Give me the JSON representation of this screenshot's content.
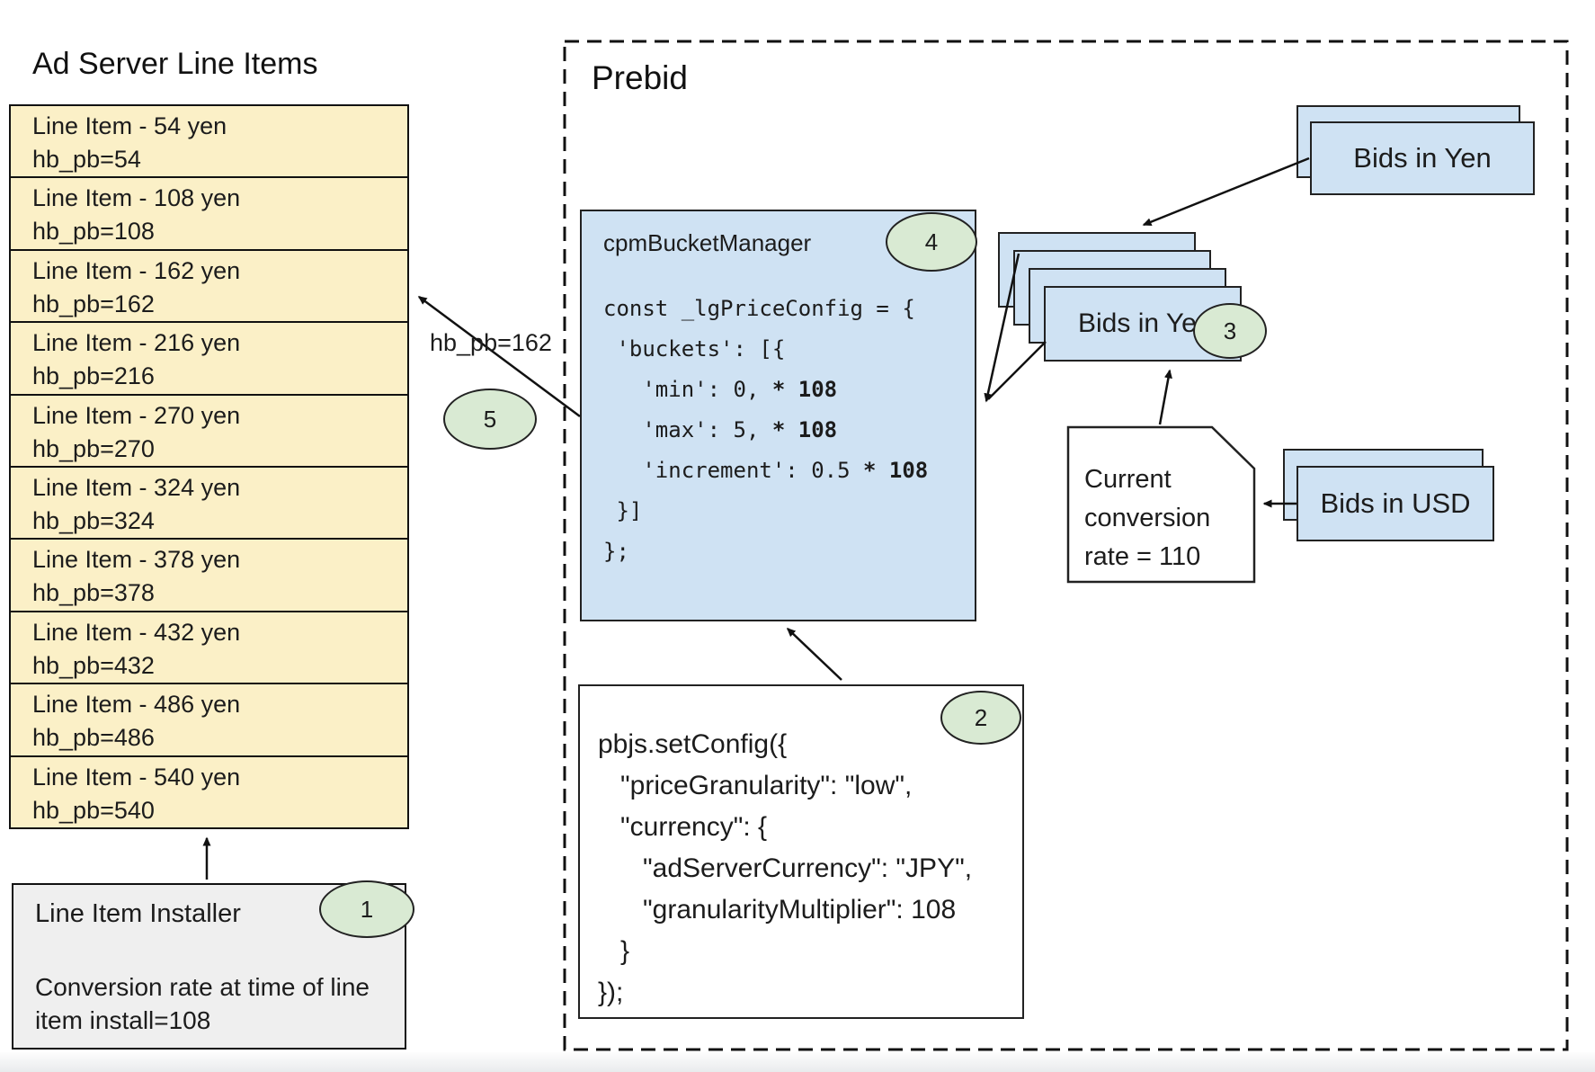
{
  "colors": {
    "row_yellow": "#FBF0C7",
    "card_blue": "#CFE2F3",
    "badge_green": "#D9EAD3",
    "installer_gray": "#EFEFEF"
  },
  "ad_server": {
    "title": "Ad Server Line Items",
    "rows": [
      {
        "l1": "Line Item - 54 yen",
        "l2": "hb_pb=54"
      },
      {
        "l1": "Line Item - 108 yen",
        "l2": "hb_pb=108"
      },
      {
        "l1": "Line Item - 162 yen",
        "l2": "hb_pb=162"
      },
      {
        "l1": "Line Item - 216 yen",
        "l2": "hb_pb=216"
      },
      {
        "l1": "Line Item - 270 yen",
        "l2": "hb_pb=270"
      },
      {
        "l1": "Line Item - 324 yen",
        "l2": "hb_pb=324"
      },
      {
        "l1": "Line Item - 378 yen",
        "l2": "hb_pb=378"
      },
      {
        "l1": "Line Item - 432 yen",
        "l2": "hb_pb=432"
      },
      {
        "l1": "Line Item - 486 yen",
        "l2": "hb_pb=486"
      },
      {
        "l1": "Line Item - 540 yen",
        "l2": "hb_pb=540"
      }
    ]
  },
  "installer": {
    "title": "Line Item Installer",
    "badge": "1",
    "body": "Conversion rate at time of line item install=108"
  },
  "prebid": {
    "title": "Prebid",
    "bucket_box": {
      "title": "cpmBucketManager",
      "badge": "4",
      "code": {
        "l1": "const _lgPriceConfig = {",
        "l2": " 'buckets': [{",
        "l3a": "   'min': 0, ",
        "l3b": "* 108",
        "l4a": "   'max': 5, ",
        "l4b": "* 108",
        "l5a": "   'increment': 0.5 ",
        "l5b": "* 108",
        "l6": " }]",
        "l7": "};"
      }
    },
    "config_box": {
      "badge": "2",
      "code": {
        "l1": "pbjs.setConfig({",
        "l2": "   \"priceGranularity\": \"low\",",
        "l3": "   \"currency\": {",
        "l4": "      \"adServerCurrency\": \"JPY\",",
        "l5": "      \"granularityMultiplier\": 108",
        "l6": "   }",
        "l7": "});"
      }
    },
    "yen_card_top": "Bids in Yen",
    "yen_stack": {
      "label": "Bids in Yen",
      "badge": "3"
    },
    "usd_card": "Bids in USD",
    "note": {
      "l1": "Current",
      "l2": "conversion",
      "l3": "rate = 110"
    },
    "arrow_label": "hb_pb=162",
    "badge5": "5"
  }
}
